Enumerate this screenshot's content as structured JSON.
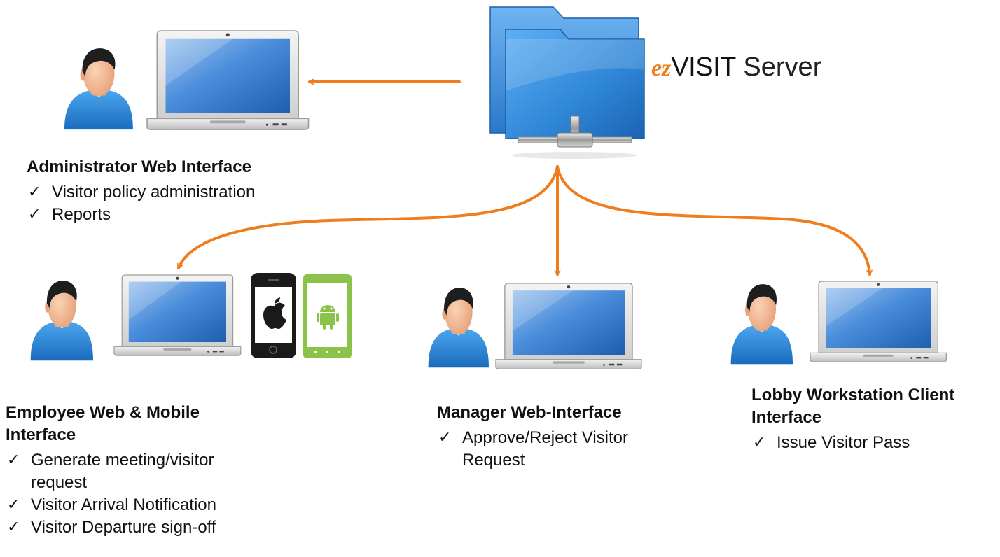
{
  "server": {
    "brand_prefix": "ez",
    "brand_name": "VISIT",
    "label": "Server"
  },
  "nodes": {
    "admin": {
      "title": "Administrator Web Interface",
      "features": [
        "Visitor policy administration",
        "Reports"
      ]
    },
    "employee": {
      "title_line1": "Employee Web & Mobile",
      "title_line2": "Interface",
      "features": [
        "Generate meeting/visitor",
        "request",
        "Visitor Arrival Notification",
        "Visitor Departure sign-off"
      ]
    },
    "manager": {
      "title": "Manager Web-Interface",
      "features": [
        "Approve/Reject Visitor",
        "Request"
      ]
    },
    "lobby": {
      "title_line1": "Lobby Workstation Client",
      "title_line2": "Interface",
      "features": [
        "Issue Visitor Pass"
      ]
    }
  },
  "check_mark": "✓",
  "colors": {
    "arrow": "#ef7d1d",
    "folder_blue": "#2f86d6",
    "person_shirt": "#2f8ad6",
    "person_skin": "#f0b48e",
    "person_hair": "#1e1e1e",
    "screen_blue": "#3d7fd0"
  }
}
